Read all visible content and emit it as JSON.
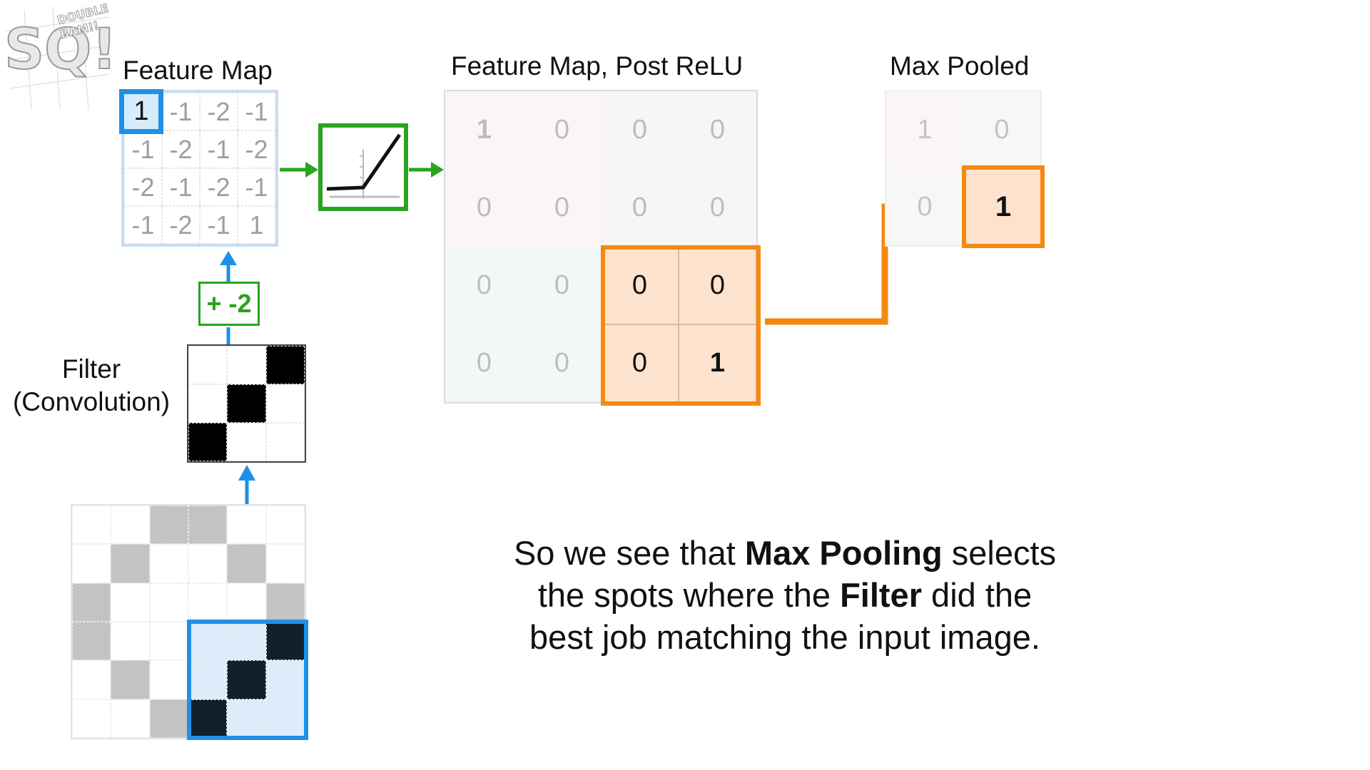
{
  "logo": {
    "main": "SQ!",
    "tagline": "DOUBLE BAM!!"
  },
  "feature_map": {
    "title": "Feature Map",
    "values": [
      [
        "1",
        "-1",
        "-2",
        "-1"
      ],
      [
        "-1",
        "-2",
        "-1",
        "-2"
      ],
      [
        "-2",
        "-1",
        "-2",
        "-1"
      ],
      [
        "-1",
        "-2",
        "-1",
        "1"
      ]
    ]
  },
  "bias": {
    "label": "+ -2"
  },
  "filter": {
    "label_line1": "Filter",
    "label_line2": "(Convolution)",
    "cells": [
      [
        0,
        0,
        1
      ],
      [
        0,
        1,
        0
      ],
      [
        1,
        0,
        0
      ]
    ]
  },
  "post_relu": {
    "title": "Feature Map, Post ReLU",
    "values": [
      [
        "1",
        "0",
        "0",
        "0"
      ],
      [
        "0",
        "0",
        "0",
        "0"
      ],
      [
        "0",
        "0",
        "0",
        "0"
      ],
      [
        "0",
        "0",
        "0",
        "1"
      ]
    ]
  },
  "max_pooled": {
    "title": "Max Pooled",
    "values": [
      [
        "1",
        "0"
      ],
      [
        "0",
        "1"
      ]
    ]
  },
  "caption": {
    "l1a": "So we see that ",
    "l1b": "Max Pooling",
    "l1c": " selects",
    "l2a": "the spots where the ",
    "l2b": "Filter",
    "l2c": " did the",
    "l3": "best job matching the input image."
  },
  "colors": {
    "blue": "#1e90e8",
    "green": "#2aa31f",
    "orange": "#f5880f",
    "orange_fill": "#fde3cd"
  },
  "input_image": {
    "cells": [
      [
        "w",
        "w",
        "g",
        "g",
        "w",
        "w"
      ],
      [
        "w",
        "g",
        "w",
        "w",
        "g",
        "w"
      ],
      [
        "g",
        "w",
        "w",
        "w",
        "w",
        "g"
      ],
      [
        "g",
        "w",
        "w",
        "b",
        "b",
        "d"
      ],
      [
        "w",
        "g",
        "w",
        "b",
        "d",
        "b"
      ],
      [
        "w",
        "w",
        "g",
        "d",
        "b",
        "b"
      ]
    ]
  }
}
